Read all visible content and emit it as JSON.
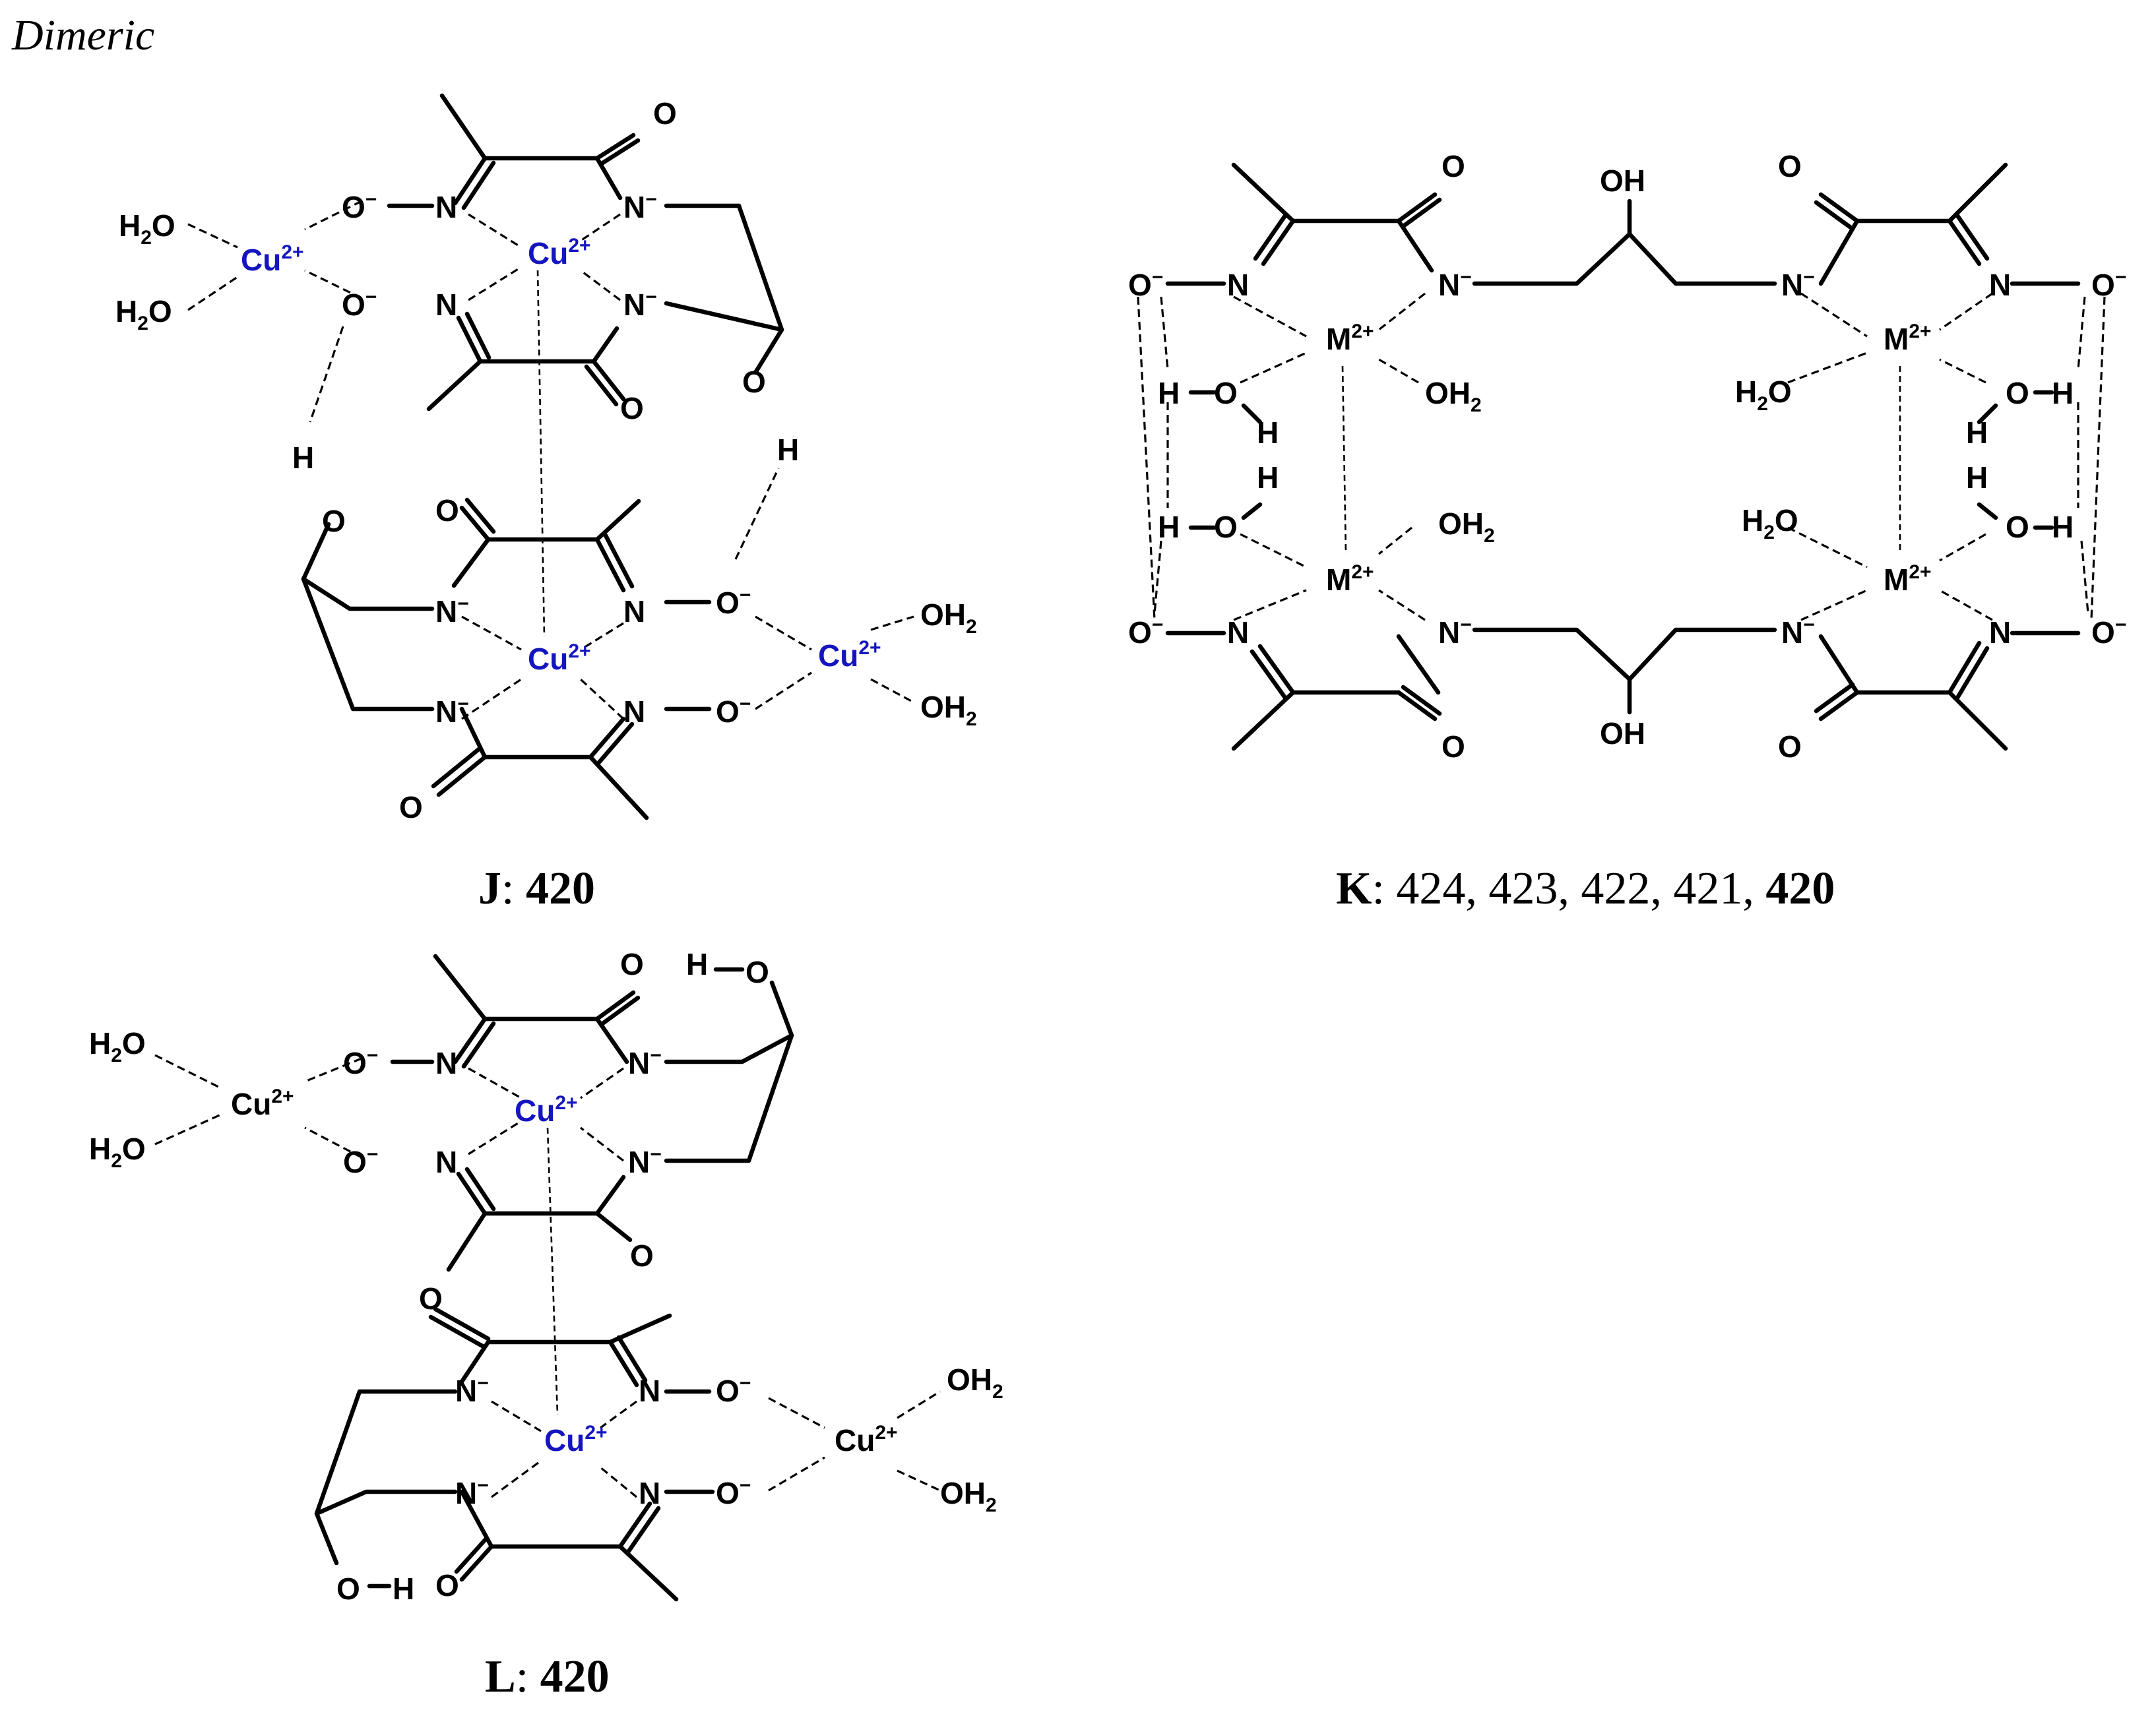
{
  "title": "Dimeric",
  "panels": [
    {
      "id": "J",
      "letter": "J",
      "values": [
        {
          "text": "420",
          "bold": true
        }
      ]
    },
    {
      "id": "K",
      "letter": "K",
      "values": [
        {
          "text": "424",
          "bold": false
        },
        {
          "text": "423",
          "bold": false
        },
        {
          "text": "422",
          "bold": false
        },
        {
          "text": "421",
          "bold": false
        },
        {
          "text": "420",
          "bold": true
        }
      ]
    },
    {
      "id": "L",
      "letter": "L",
      "values": [
        {
          "text": "420",
          "bold": true
        }
      ]
    }
  ],
  "atoms": {
    "O": "O",
    "N": "N",
    "H": "H",
    "OH": "OH",
    "Cu": "Cu",
    "M": "M",
    "charge_2plus": "2+",
    "minus": "−",
    "H2O_left": "H",
    "H2O_sub": "2",
    "H2O_right": "O",
    "OH2_left": "OH",
    "OH2_sub": "2"
  },
  "colors": {
    "copper_label": "#1515c0",
    "bond": "#000000"
  }
}
